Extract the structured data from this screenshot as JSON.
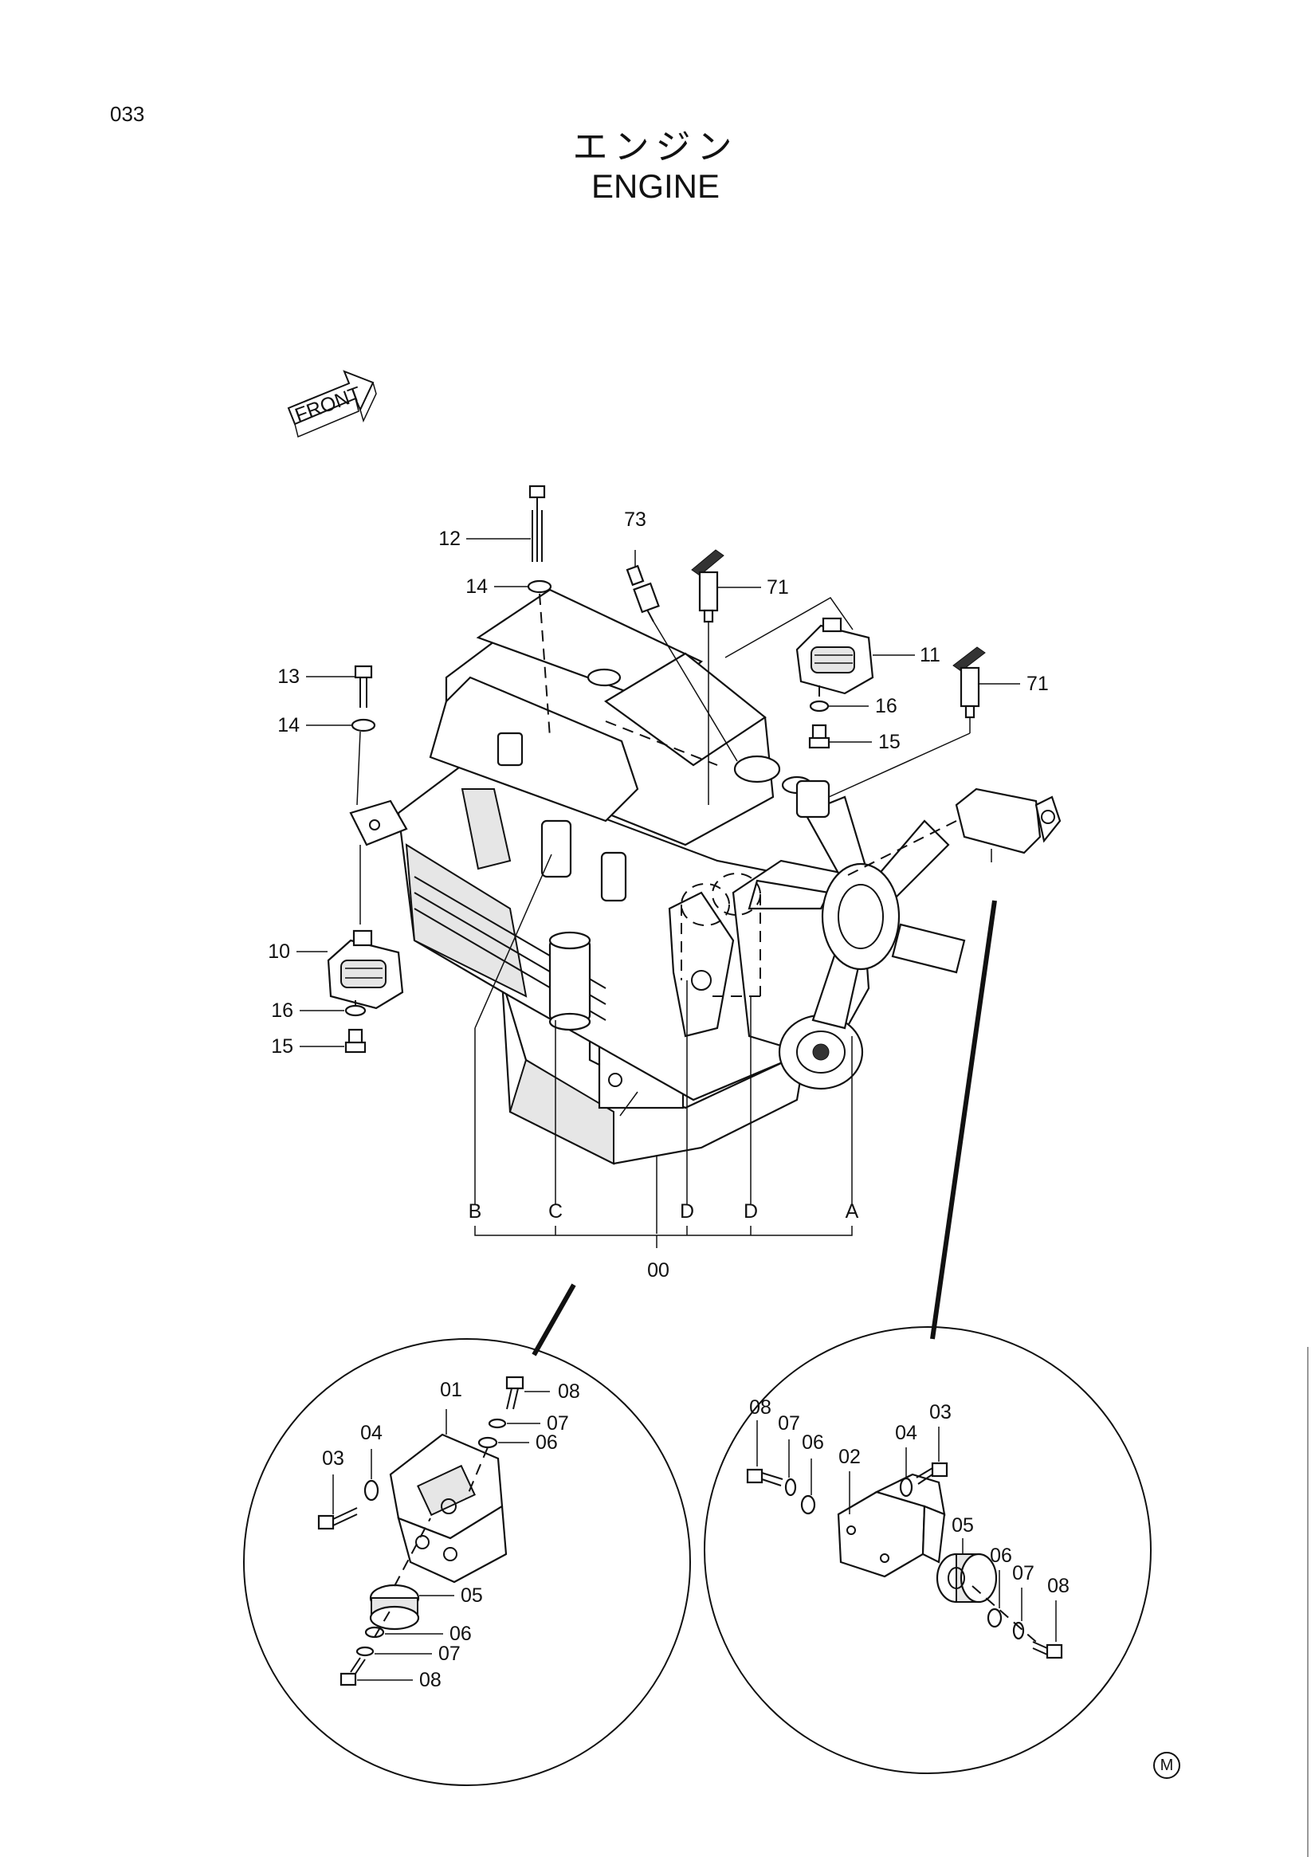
{
  "page_number": "033",
  "title_ja": "エンジン",
  "title_en": "ENGINE",
  "front_label": "FRONT",
  "mark": "M",
  "callouts": {
    "c12": "12",
    "c14a": "14",
    "c73": "73",
    "c71a": "71",
    "c11": "11",
    "c71b": "71",
    "c16a": "16",
    "c15a": "15",
    "c13": "13",
    "c14b": "14",
    "c10": "10",
    "c16b": "16",
    "c15b": "15"
  },
  "group_letters": {
    "b": "B",
    "c": "C",
    "d1": "D",
    "d2": "D",
    "a": "A"
  },
  "assembly_label": "00",
  "detail_left": {
    "p01": "01",
    "p08a": "08",
    "p07a": "07",
    "p06a": "06",
    "p04": "04",
    "p03": "03",
    "p05": "05",
    "p06b": "06",
    "p07b": "07",
    "p08b": "08"
  },
  "detail_right": {
    "p08a": "08",
    "p07a": "07",
    "p06a": "06",
    "p02": "02",
    "p04": "04",
    "p03": "03",
    "p05": "05",
    "p06b": "06",
    "p07b": "07",
    "p08b": "08"
  }
}
